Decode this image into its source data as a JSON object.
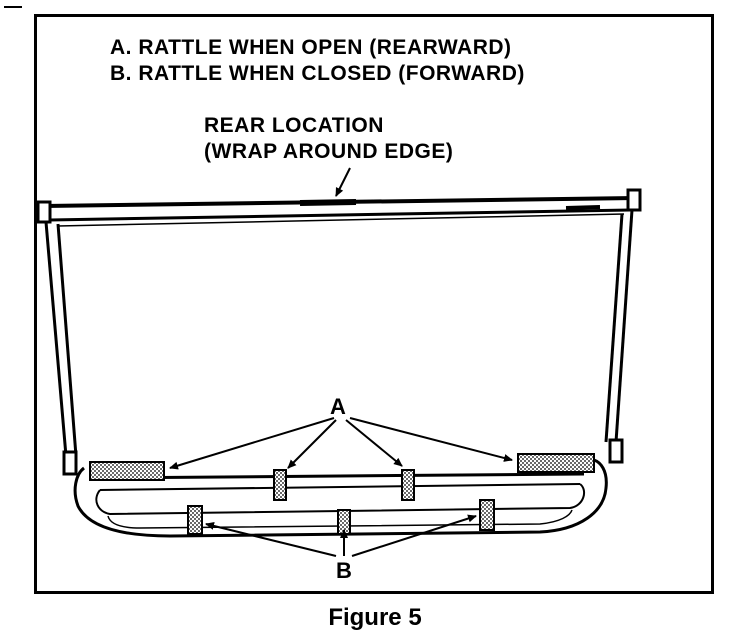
{
  "legend": {
    "line_a": "A. RATTLE WHEN OPEN (REARWARD)",
    "line_b": "B. RATTLE WHEN CLOSED (FORWARD)"
  },
  "callout": {
    "line_1": "REAR LOCATION",
    "line_2": "(WRAP AROUND EDGE)"
  },
  "markers": {
    "a": "A",
    "b": "B"
  },
  "caption": "Figure 5"
}
